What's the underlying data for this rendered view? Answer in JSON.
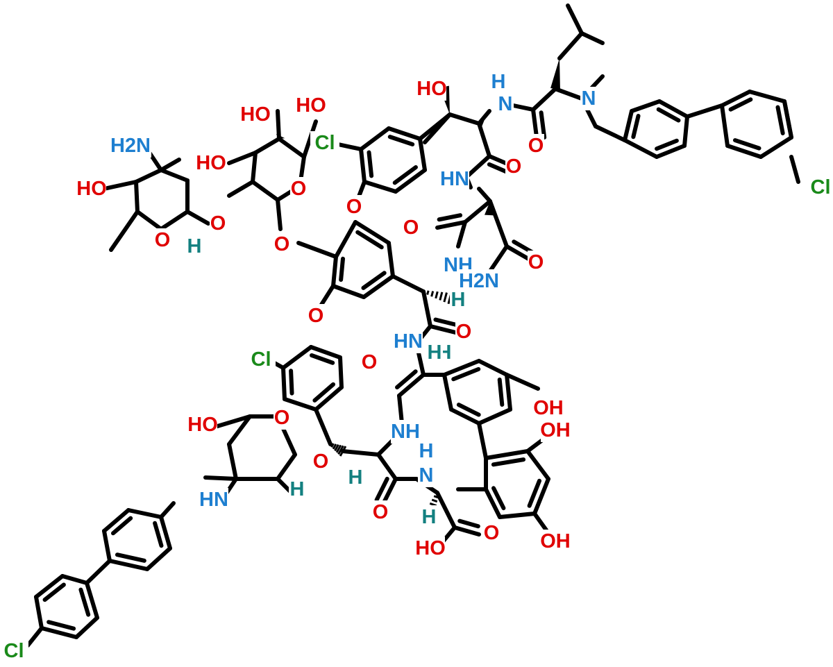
{
  "colors": {
    "bond": "#000000",
    "O": "#e00000",
    "N": "#1e7fd0",
    "Cl": "#1a8a1a",
    "H": "#138080"
  },
  "labels": [
    {
      "id": "oh-leu-hydroxy",
      "text": "HO",
      "el": "O"
    },
    {
      "id": "nh-leu-amide",
      "text": "N",
      "el": "N"
    },
    {
      "id": "h-leu-amide",
      "text": "H",
      "el": "N"
    },
    {
      "id": "n-methyl",
      "text": "N",
      "el": "N"
    },
    {
      "id": "o-leu-carbonyl",
      "text": "O",
      "el": "O"
    },
    {
      "id": "o-chiral-carbonyl",
      "text": "O",
      "el": "O"
    },
    {
      "id": "cl-top-ring",
      "text": "Cl",
      "el": "Cl"
    },
    {
      "id": "cl-biphenyl-top",
      "text": "Cl",
      "el": "Cl"
    },
    {
      "id": "nh-asn",
      "text": "HN",
      "el": "N"
    },
    {
      "id": "o-top-ether",
      "text": "O",
      "el": "O"
    },
    {
      "id": "o-asn-carbonyl",
      "text": "O",
      "el": "O"
    },
    {
      "id": "nh-asn-backbone",
      "text": "NH",
      "el": "N"
    },
    {
      "id": "o-asn-side",
      "text": "O",
      "el": "O"
    },
    {
      "id": "nh2-asn-side",
      "text": "H2N",
      "el": "N"
    },
    {
      "id": "h-asn-alpha",
      "text": "H",
      "el": "H"
    },
    {
      "id": "o-center-carbonyl",
      "text": "O",
      "el": "O"
    },
    {
      "id": "o-mid-ether",
      "text": "O",
      "el": "O"
    },
    {
      "id": "hn-center",
      "text": "HN",
      "el": "N"
    },
    {
      "id": "h-center-alpha",
      "text": "H",
      "el": "H"
    },
    {
      "id": "oh-sugar-top",
      "text": "HO",
      "el": "O"
    },
    {
      "id": "oh-sugar-ch2",
      "text": "HO",
      "el": "O"
    },
    {
      "id": "oh-sugar-left",
      "text": "HO",
      "el": "O"
    },
    {
      "id": "o-sugar-ring",
      "text": "O",
      "el": "O"
    },
    {
      "id": "o-sugar-link",
      "text": "O",
      "el": "O"
    },
    {
      "id": "o-glucose-aryl",
      "text": "O",
      "el": "O"
    },
    {
      "id": "nh2-vanco",
      "text": "H2N",
      "el": "N"
    },
    {
      "id": "oh-vanco",
      "text": "HO",
      "el": "O"
    },
    {
      "id": "o-vanco-ring",
      "text": "O",
      "el": "O"
    },
    {
      "id": "h-vanco-anomeric",
      "text": "H",
      "el": "H"
    },
    {
      "id": "cl-mid-ring",
      "text": "Cl",
      "el": "Cl"
    },
    {
      "id": "o-lower-carbonyl",
      "text": "O",
      "el": "O"
    },
    {
      "id": "h-lower-alpha",
      "text": "H",
      "el": "H"
    },
    {
      "id": "oh-phenol-right",
      "text": "OH",
      "el": "O"
    },
    {
      "id": "oh-resorcinol-1",
      "text": "OH",
      "el": "O"
    },
    {
      "id": "oh-resorcinol-2",
      "text": "OH",
      "el": "O"
    },
    {
      "id": "nh-lower",
      "text": "NH",
      "el": "N"
    },
    {
      "id": "o-lower-sugar",
      "text": "O",
      "el": "O"
    },
    {
      "id": "oh-lower-sugar",
      "text": "HO",
      "el": "O"
    },
    {
      "id": "o-lower-sugar-ring",
      "text": "O",
      "el": "O"
    },
    {
      "id": "h-lower-sugar",
      "text": "H",
      "el": "H"
    },
    {
      "id": "hn-lower-sugar",
      "text": "HN",
      "el": "N"
    },
    {
      "id": "h-lower-backbone",
      "text": "H",
      "el": "H"
    },
    {
      "id": "h-nh-bottom",
      "text": "H",
      "el": "N"
    },
    {
      "id": "n-bottom",
      "text": "N",
      "el": "N"
    },
    {
      "id": "o-bottom-carbonyl",
      "text": "O",
      "el": "O"
    },
    {
      "id": "h-bottom-alpha",
      "text": "H",
      "el": "H"
    },
    {
      "id": "o-acid",
      "text": "O",
      "el": "O"
    },
    {
      "id": "oh-acid",
      "text": "HO",
      "el": "O"
    },
    {
      "id": "cl-biphenyl-bottom",
      "text": "Cl",
      "el": "Cl"
    }
  ]
}
